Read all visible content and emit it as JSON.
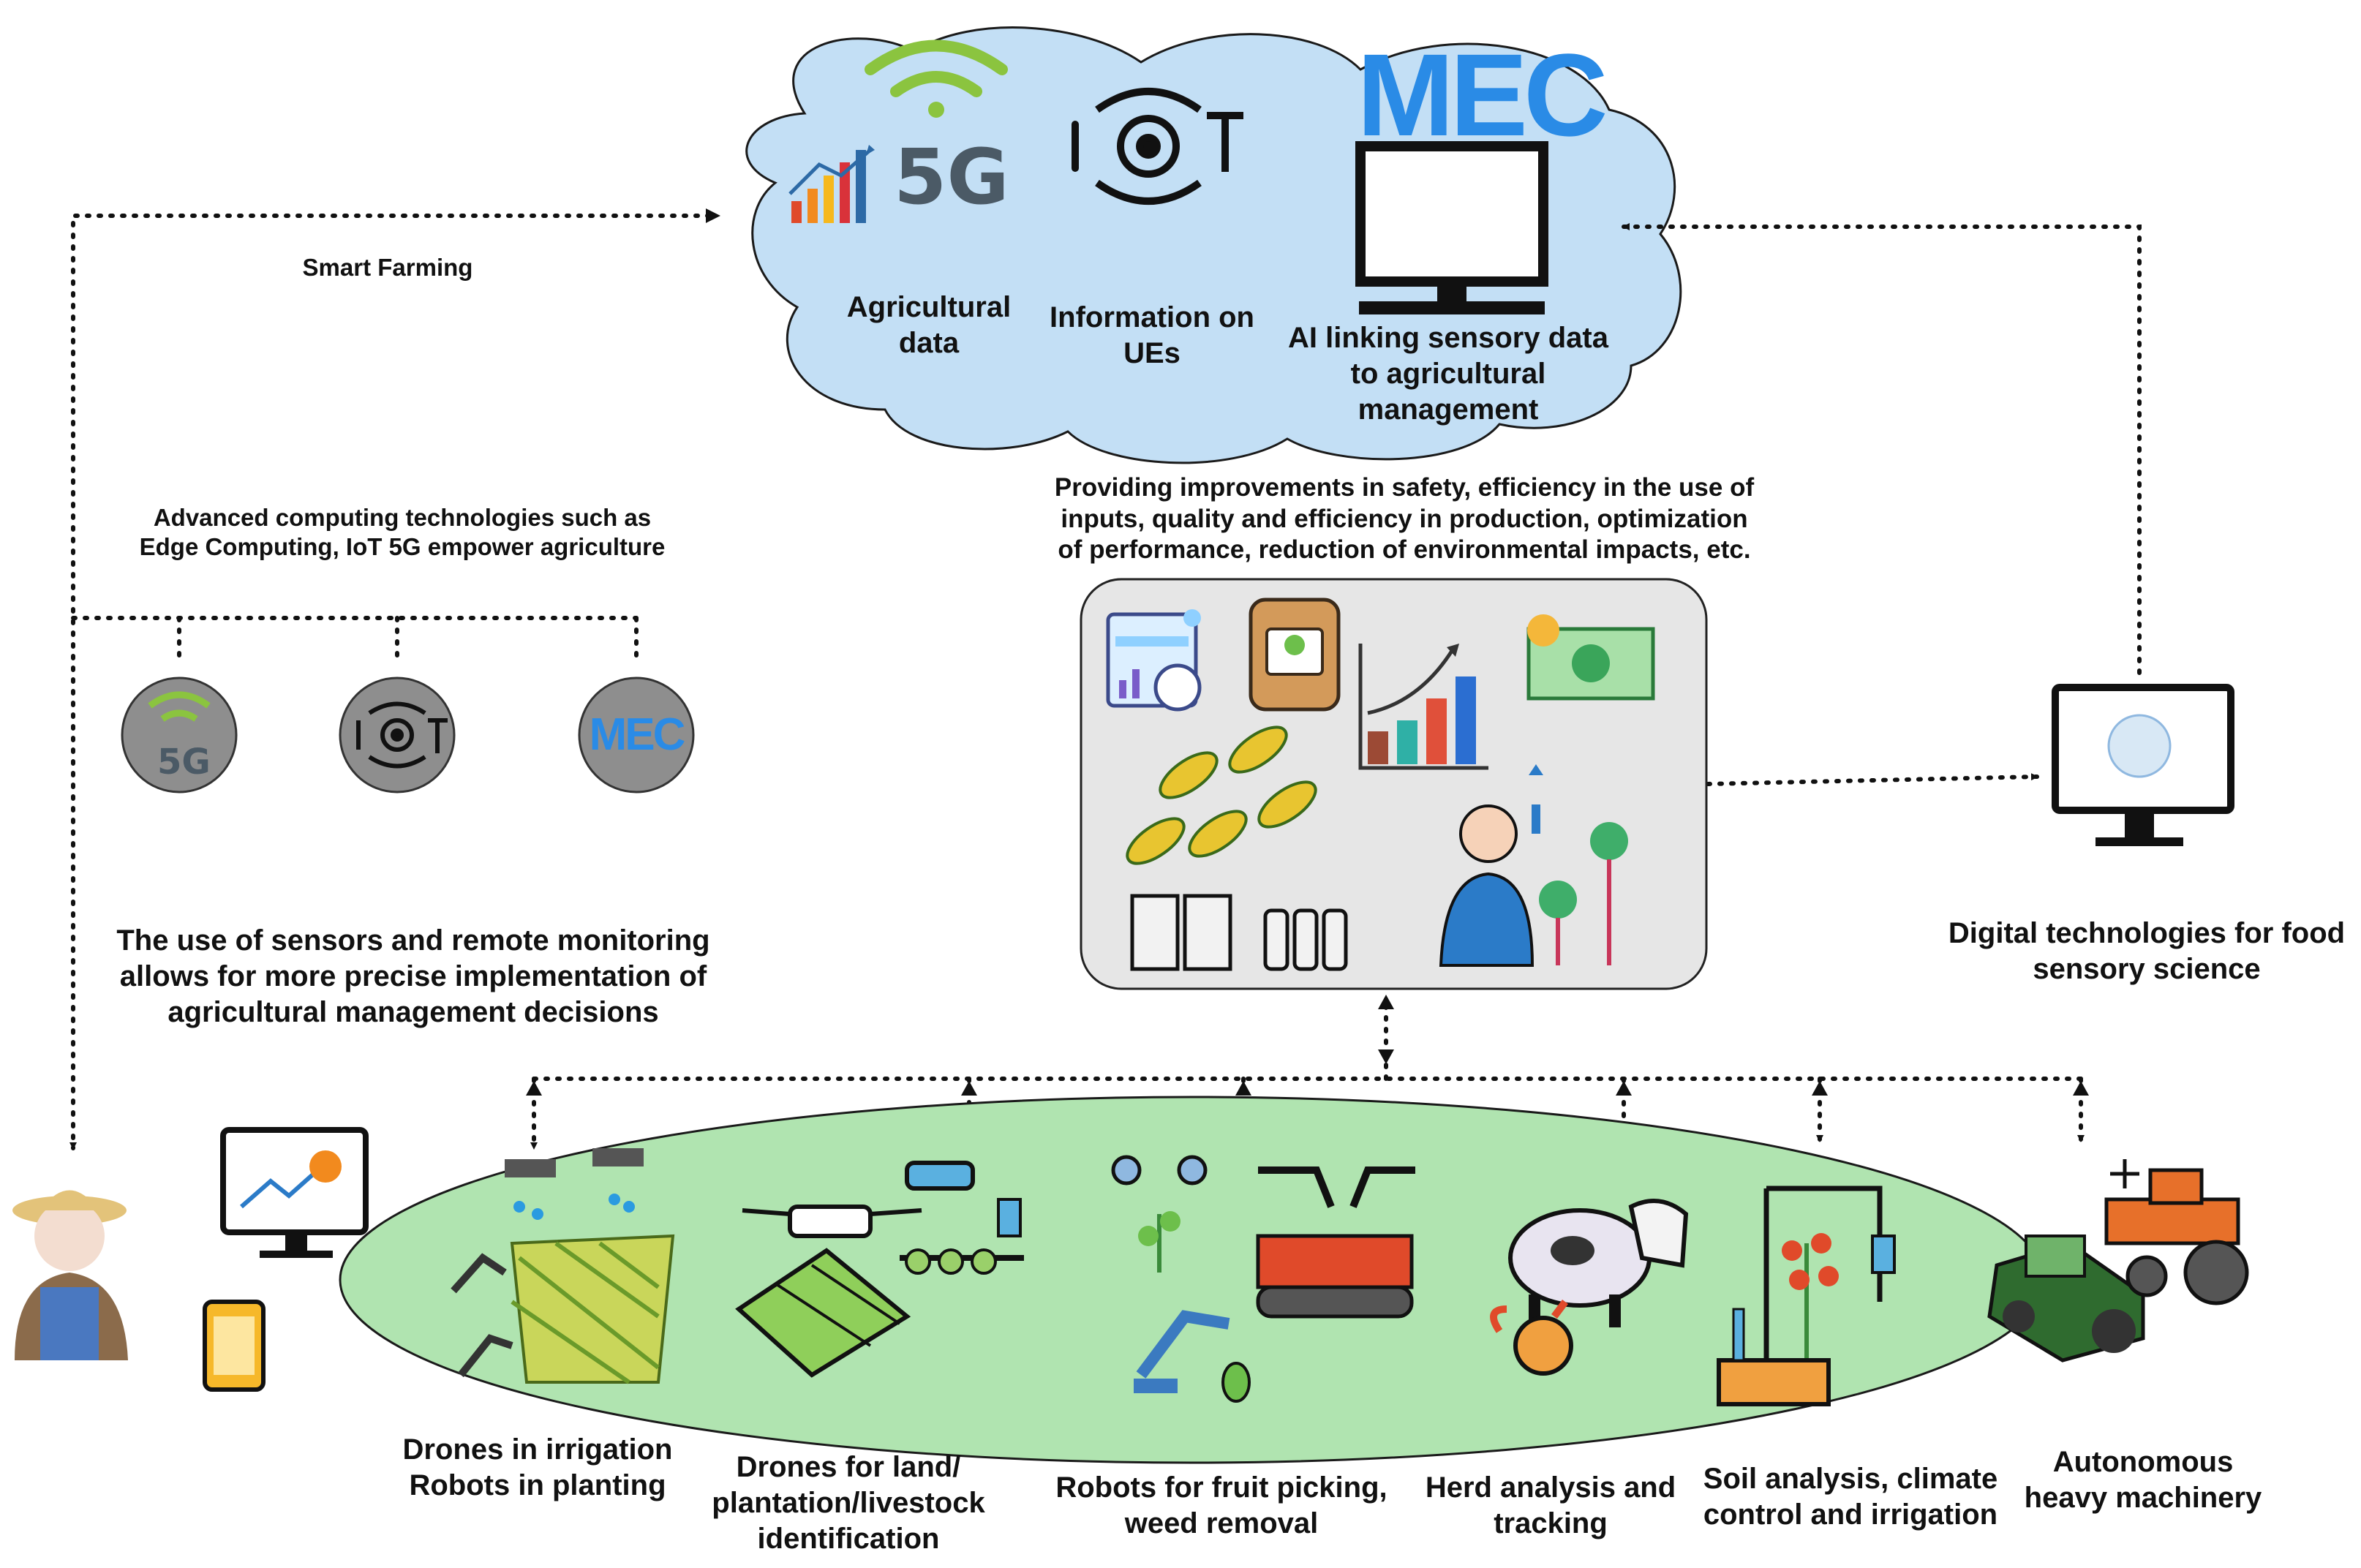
{
  "top_left": {
    "smart_farming": "Smart Farming",
    "advanced": "Advanced computing technologies such as\nEdge Computing, IoT 5G empower agriculture"
  },
  "cloud": {
    "logo_5g": "5G",
    "logo_mec": "MEC",
    "agricultural_data": "Agricultural\ndata",
    "information_ues": "Information on\nUEs",
    "ai_linking": "AI linking sensory data\nto agricultural\nmanagement"
  },
  "benefits_text": "Providing improvements in safety, efficiency in the use of\ninputs, quality and efficiency in production, optimization\nof performance, reduction of environmental impacts, etc.",
  "tech_circles": {
    "c5g": "5G",
    "cmec": "MEC"
  },
  "sensors_text": "The use of sensors and remote monitoring\nallows for more precise implementation of\nagricultural management decisions",
  "digital_text": "Digital technologies for food\nsensory science",
  "applications": [
    {
      "label": "Drones in irrigation\nRobots in planting"
    },
    {
      "label": "Drones for land/\nplantation/livestock\nidentification"
    },
    {
      "label": "Robots for fruit picking,\nweed removal"
    },
    {
      "label": "Herd analysis and\ntracking"
    },
    {
      "label": "Soil analysis, climate\ncontrol and irrigation"
    },
    {
      "label": "Autonomous\nheavy machinery"
    }
  ],
  "colors": {
    "cloud_fill": "#c3dff5",
    "field_fill": "#b0e4b0",
    "box_fill": "#e6e6e6",
    "mec_blue": "#2a8be6",
    "wifi_green": "#8bc43f",
    "circle_gray": "#8e8e8e"
  }
}
